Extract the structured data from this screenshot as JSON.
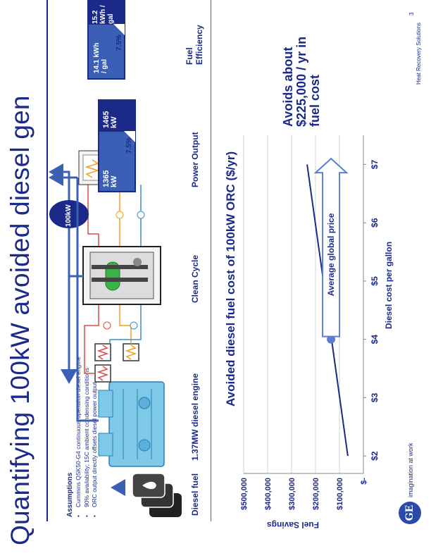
{
  "title": "Quantifying 100kW avoided diesel gen",
  "assumptions": {
    "heading": "Assumptions",
    "items": [
      "Cummins QSK50-G4 continuous operation diesel engine",
      "90% availability; 15C ambient condensing conditions",
      "ORC output directly offsets diesel power output"
    ]
  },
  "diagram": {
    "diesel_fuel_label": "Diesel fuel",
    "engine_label": "1.37MW diesel engine",
    "clean_cycle_label": "Clean Cycle",
    "orc_output_badge": "100kW",
    "power_output": {
      "label": "Power Output",
      "base_label": "1365 kW",
      "total_label": "1465 kW",
      "pct": "7.5%",
      "base_value_kw": 1365,
      "total_value_kw": 1465
    },
    "fuel_efficiency": {
      "label": "Fuel Efficiency",
      "base_label": "14.1 kWh / gal",
      "total_label": "15.2 kWh / gal",
      "pct": "7.5%",
      "base_value": 14.1,
      "total_value": 15.2
    },
    "colors": {
      "navy": "#1b2a88",
      "blue": "#3a5fb5",
      "engine": "#7ec8e8",
      "hot": "#e04b4b",
      "warm": "#f0a020"
    }
  },
  "chart_data": {
    "type": "line",
    "title": "Avoided diesel fuel cost of 100kW ORC ($/yr)",
    "xlabel": "Diesel cost per gallon",
    "ylabel": "Fuel Savings",
    "x": [
      2,
      7
    ],
    "y": [
      65000,
      235000
    ],
    "xlim": [
      1.7,
      7.5
    ],
    "ylim": [
      0,
      500000
    ],
    "xticks": [
      "$2",
      "$3",
      "$4",
      "$5",
      "$6",
      "$7"
    ],
    "yticks": [
      "$-",
      "$100,000",
      "$200,000",
      "$300,000",
      "$400,000",
      "$500,000"
    ],
    "ytick_values": [
      0,
      100000,
      200000,
      300000,
      400000,
      500000
    ],
    "marker": {
      "x": 4.0,
      "y": 135000
    },
    "grid": "horizontal",
    "arrow_label": "Average global price",
    "callout": "Avoids about $225,000 / yr in fuel cost"
  },
  "footer": {
    "logo_text": "imagination at work",
    "company": "Heat Recovery Solutions",
    "page_number": "3"
  }
}
